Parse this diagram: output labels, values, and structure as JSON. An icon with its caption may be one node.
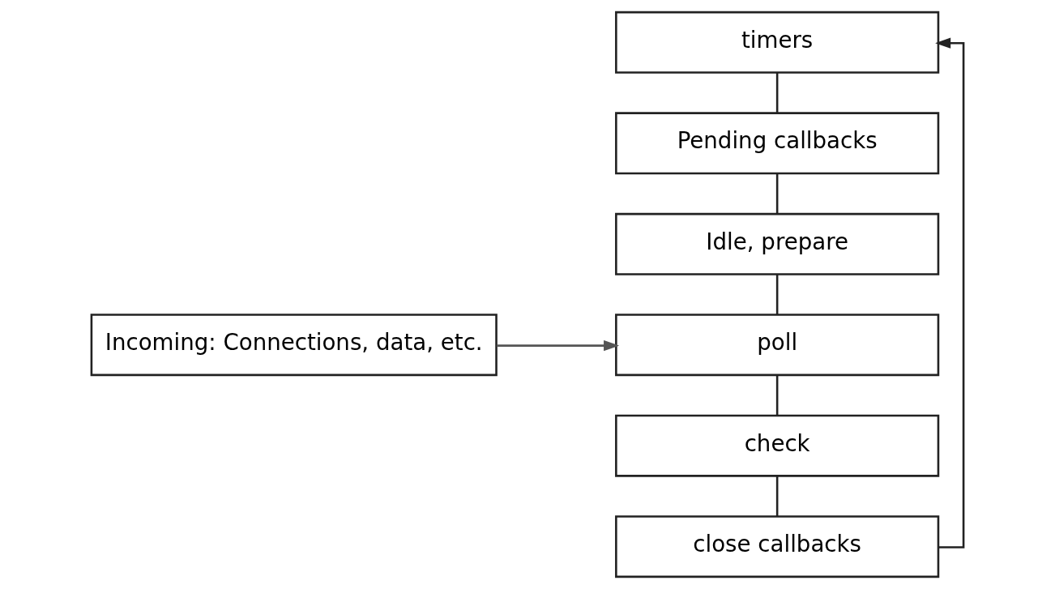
{
  "diagram": {
    "nodes": [
      {
        "text": [
          "timers"
        ]
      },
      {
        "text": [
          "Pending callbacks"
        ]
      },
      {
        "text": [
          "Idle, prepare"
        ]
      },
      {
        "text": [
          "poll"
        ]
      },
      {
        "text": [
          "check"
        ]
      },
      {
        "text": [
          "close callbacks"
        ]
      },
      {
        "text": [
          "Incoming: Connections, data, etc."
        ]
      }
    ],
    "edges": [
      {
        "from": 0,
        "to": 1,
        "arrow": "none"
      },
      {
        "from": 1,
        "to": 2,
        "arrow": "none"
      },
      {
        "from": 2,
        "to": 3,
        "arrow": "none"
      },
      {
        "from": 3,
        "to": 4,
        "arrow": "none"
      },
      {
        "from": 4,
        "to": 5,
        "arrow": "none"
      },
      {
        "from": 5,
        "to": 0,
        "arrow": "to"
      },
      {
        "from": 6,
        "to": 3,
        "arrow": "to",
        "color": "#555555"
      }
    ]
  }
}
